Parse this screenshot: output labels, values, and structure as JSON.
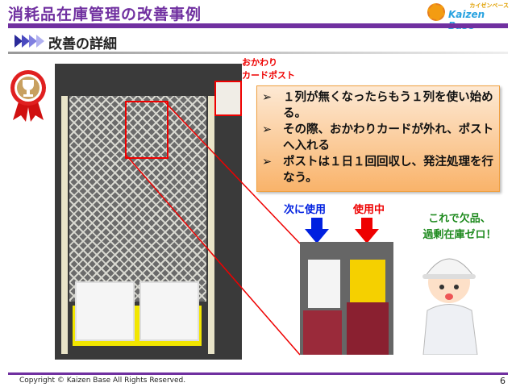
{
  "header": {
    "title": "消耗品在庫管理の改善事例",
    "logo_small": "カイゼンベース",
    "logo_text": "Kaizen Base"
  },
  "section": {
    "title": "改善の詳細"
  },
  "callout": {
    "post_label_line1": "おかわり",
    "post_label_line2": "カードポスト"
  },
  "bullets": [
    {
      "marker": "➢",
      "text": "１列が無くなったらもう１列を使い始める。"
    },
    {
      "marker": "➢",
      "text": "その際、おかわりカードが外れ、ポストへ入れる"
    },
    {
      "marker": "➢",
      "text": "ポストは１日１回回収し、発注処理を行なう。"
    }
  ],
  "labels": {
    "next": "次に使用",
    "in_use": "使用中",
    "result_line1": "これで欠品、",
    "result_line2": "過剰在庫ゼロ！"
  },
  "footer": {
    "copyright": "Copyright ©  Kaizen Base  All Rights Reserved.",
    "page": "6"
  },
  "colors": {
    "accent": "#7030a0",
    "next": "#0020e0",
    "in_use": "#ee0000",
    "result": "#1e8a1e"
  }
}
